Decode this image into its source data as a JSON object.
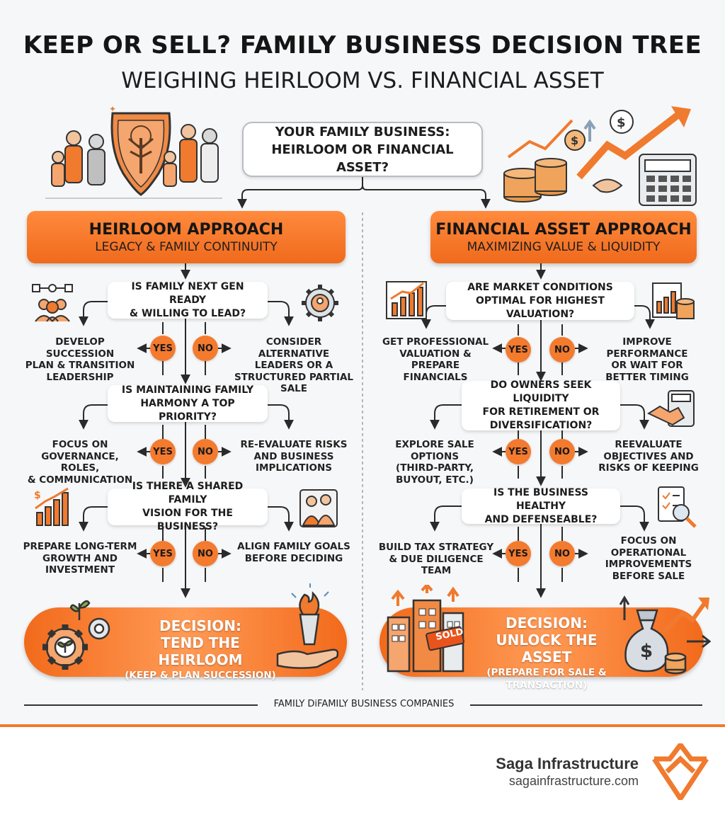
{
  "header": {
    "title": "KEEP OR SELL? FAMILY BUSINESS DECISION TREE",
    "subtitle": "WEIGHING HEIRLOOM VS. FINANCIAL ASSET"
  },
  "root": {
    "line1": "YOUR FAMILY BUSINESS:",
    "line2": "HEIRLOOM OR FINANCIAL ASSET?"
  },
  "labels": {
    "yes": "YES",
    "no": "NO"
  },
  "left": {
    "title": "HEIRLOOM APPROACH",
    "subtitle": "LEGACY & FAMILY CONTINUITY",
    "questions": [
      {
        "q1": "IS FAMILY NEXT GEN READY",
        "q2": "& WILLING TO LEAD?",
        "yes": [
          "DEVELOP SUCCESSION",
          "PLAN & TRANSITION",
          "LEADERSHIP"
        ],
        "no": [
          "CONSIDER ALTERNATIVE",
          "LEADERS OR A",
          "STRUCTURED PARTIAL",
          "SALE"
        ]
      },
      {
        "q1": "IS MAINTAINING FAMILY",
        "q2": "HARMONY A TOP PRIORITY?",
        "yes": [
          "FOCUS ON",
          "GOVERNANCE, ROLES,",
          "& COMMUNICATION"
        ],
        "no": [
          "RE-EVALUATE RISKS",
          "AND BUSINESS",
          "IMPLICATIONS"
        ]
      },
      {
        "q1": "IS THERE A SHARED FAMILY",
        "q2": "VISION FOR THE BUSINESS?",
        "yes": [
          "PREPARE LONG-TERM",
          "GROWTH AND",
          "INVESTMENT"
        ],
        "no": [
          "ALIGN FAMILY GOALS",
          "BEFORE DECIDING"
        ]
      }
    ],
    "decision": {
      "line1": "DECISION:",
      "line2": "TEND THE HEIRLOOM",
      "line3": "(KEEP & PLAN SUCCESSION)"
    }
  },
  "right": {
    "title": "FINANCIAL ASSET APPROACH",
    "subtitle": "MAXIMIZING VALUE & LIQUIDITY",
    "questions": [
      {
        "q1": "ARE MARKET CONDITIONS",
        "q2": "OPTIMAL FOR HIGHEST VALUATION?",
        "yes": [
          "GET PROFESSIONAL",
          "VALUATION & PREPARE",
          "FINANCIALS"
        ],
        "no": [
          "IMPROVE PERFORMANCE",
          "OR WAIT FOR",
          "BETTER TIMING"
        ]
      },
      {
        "q1": "DO OWNERS SEEK LIQUIDITY",
        "q2": "FOR RETIREMENT OR",
        "q3": "DIVERSIFICATION?",
        "yes": [
          "EXPLORE SALE OPTIONS",
          "(THIRD-PARTY,",
          "BUYOUT, ETC.)"
        ],
        "no": [
          "REEVALUATE",
          "OBJECTIVES AND",
          "RISKS OF KEEPING"
        ]
      },
      {
        "q1": "IS THE BUSINESS HEALTHY",
        "q2": "AND DEFENSEABLE?",
        "yes": [
          "BUILD TAX STRATEGY",
          "& DUE DILIGENCE TEAM"
        ],
        "no": [
          "FOCUS ON",
          "OPERATIONAL",
          "IMPROVEMENTS",
          "BEFORE SALE"
        ]
      }
    ],
    "decision": {
      "line1": "DECISION:",
      "line2": "UNLOCK THE ASSET",
      "line3": "(PREPARE FOR SALE &",
      "line4": "TRANSACTION)"
    },
    "sold_tag": "SOLD"
  },
  "footer": {
    "text": "FAMILY DiFAMILY BUSINESS COMPANIES"
  },
  "brand": {
    "name": "Saga Infrastructure",
    "url": "sagainfrastructure.com"
  },
  "colors": {
    "accent": "#f47a2e",
    "dark": "#1c1c1c",
    "band": "#f07a2c"
  }
}
